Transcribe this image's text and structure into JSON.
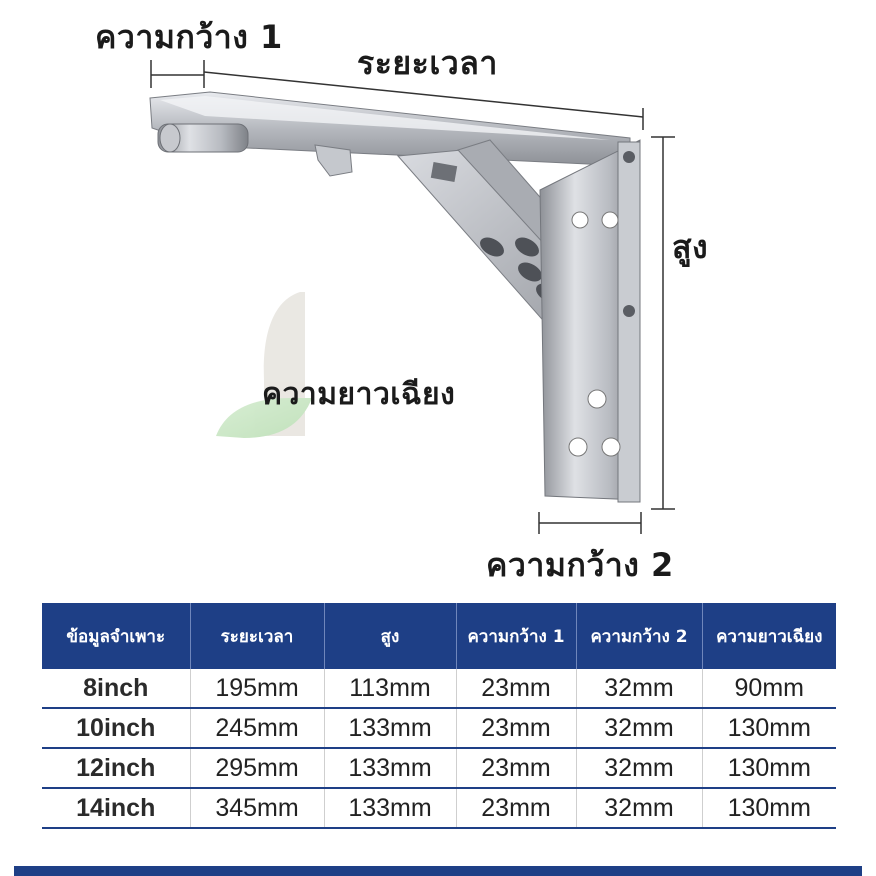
{
  "labels": {
    "width1": "ความกว้าง 1",
    "length": "ระยะเวลา",
    "height": "สูง",
    "diagonal": "ความยาวเฉียง",
    "width2": "ความกว้าง 2"
  },
  "table": {
    "headers": [
      "ข้อมูลจำเพาะ",
      "ระยะเวลา",
      "สูง",
      "ความกว้าง 1",
      "ความกว้าง 2",
      "ความยาวเฉียง"
    ],
    "rows": [
      [
        "8inch",
        "195mm",
        "113mm",
        "23mm",
        "32mm",
        "90mm"
      ],
      [
        "10inch",
        "245mm",
        "133mm",
        "23mm",
        "32mm",
        "130mm"
      ],
      [
        "12inch",
        "295mm",
        "133mm",
        "23mm",
        "32mm",
        "130mm"
      ],
      [
        "14inch",
        "345mm",
        "133mm",
        "23mm",
        "32mm",
        "130mm"
      ]
    ]
  },
  "colors": {
    "header_bg": "#1e3f86",
    "header_text": "#ffffff",
    "steel": "#b9bcc2"
  }
}
